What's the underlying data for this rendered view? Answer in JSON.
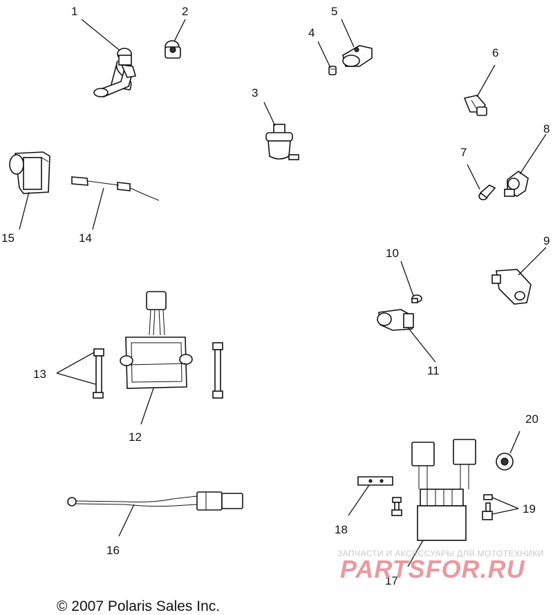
{
  "callouts": [
    "1",
    "2",
    "3",
    "4",
    "5",
    "6",
    "7",
    "8",
    "9",
    "10",
    "11",
    "12",
    "13",
    "14",
    "15",
    "16",
    "17",
    "18",
    "19",
    "20"
  ],
  "copyright": "© 2007 Polaris Sales Inc.",
  "watermark": {
    "tagline": "ЗАПЧАСТИ И АКСЕССУАРЫ ДЛЯ МОТОТЕХНИКИ",
    "logo": "PARTSFOR.RU",
    "color": "#e89aa0"
  }
}
